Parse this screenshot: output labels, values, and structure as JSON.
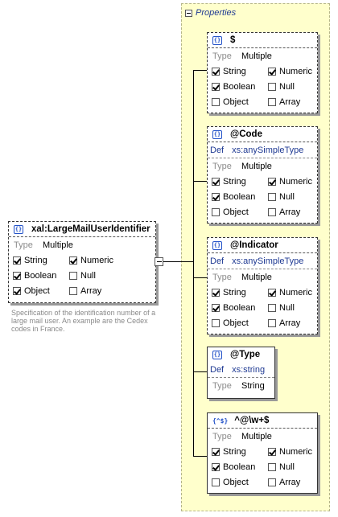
{
  "properties_panel": {
    "title": "Properties"
  },
  "root": {
    "name": "xal:LargeMailUserIdentifier",
    "type_label": "Type",
    "type_value": "Multiple",
    "checks": [
      {
        "label": "String",
        "checked": true
      },
      {
        "label": "Numeric",
        "checked": true
      },
      {
        "label": "Boolean",
        "checked": true
      },
      {
        "label": "Null",
        "checked": false
      },
      {
        "label": "Object",
        "checked": true
      },
      {
        "label": "Array",
        "checked": false
      }
    ],
    "description": "Specification of the identification number of a large mail user. An example are the Cedex codes in France."
  },
  "children": [
    {
      "name": "$",
      "icon": "object-icon",
      "type_label": "Type",
      "type_value": "Multiple",
      "checks": [
        {
          "label": "String",
          "checked": true
        },
        {
          "label": "Numeric",
          "checked": true
        },
        {
          "label": "Boolean",
          "checked": true
        },
        {
          "label": "Null",
          "checked": false
        },
        {
          "label": "Object",
          "checked": false
        },
        {
          "label": "Array",
          "checked": false
        }
      ]
    },
    {
      "name": "@Code",
      "icon": "object-icon",
      "def_label": "Def",
      "def_value": "xs:anySimpleType",
      "type_label": "Type",
      "type_value": "Multiple",
      "checks": [
        {
          "label": "String",
          "checked": true
        },
        {
          "label": "Numeric",
          "checked": true
        },
        {
          "label": "Boolean",
          "checked": true
        },
        {
          "label": "Null",
          "checked": false
        },
        {
          "label": "Object",
          "checked": false
        },
        {
          "label": "Array",
          "checked": false
        }
      ]
    },
    {
      "name": "@Indicator",
      "icon": "object-icon",
      "def_label": "Def",
      "def_value": "xs:anySimpleType",
      "type_label": "Type",
      "type_value": "Multiple",
      "checks": [
        {
          "label": "String",
          "checked": true
        },
        {
          "label": "Numeric",
          "checked": true
        },
        {
          "label": "Boolean",
          "checked": true
        },
        {
          "label": "Null",
          "checked": false
        },
        {
          "label": "Object",
          "checked": false
        },
        {
          "label": "Array",
          "checked": false
        }
      ]
    },
    {
      "name": "@Type",
      "icon": "object-icon",
      "def_label": "Def",
      "def_value": "xs:string",
      "type_label": "Type",
      "type_value": "String"
    },
    {
      "name": "^@\\w+$",
      "icon": "regex-icon",
      "icon_glyph": "{^$}",
      "type_label": "Type",
      "type_value": "Multiple",
      "checks": [
        {
          "label": "String",
          "checked": true
        },
        {
          "label": "Numeric",
          "checked": true
        },
        {
          "label": "Boolean",
          "checked": true
        },
        {
          "label": "Null",
          "checked": false
        },
        {
          "label": "Object",
          "checked": false
        },
        {
          "label": "Array",
          "checked": false
        }
      ]
    }
  ]
}
